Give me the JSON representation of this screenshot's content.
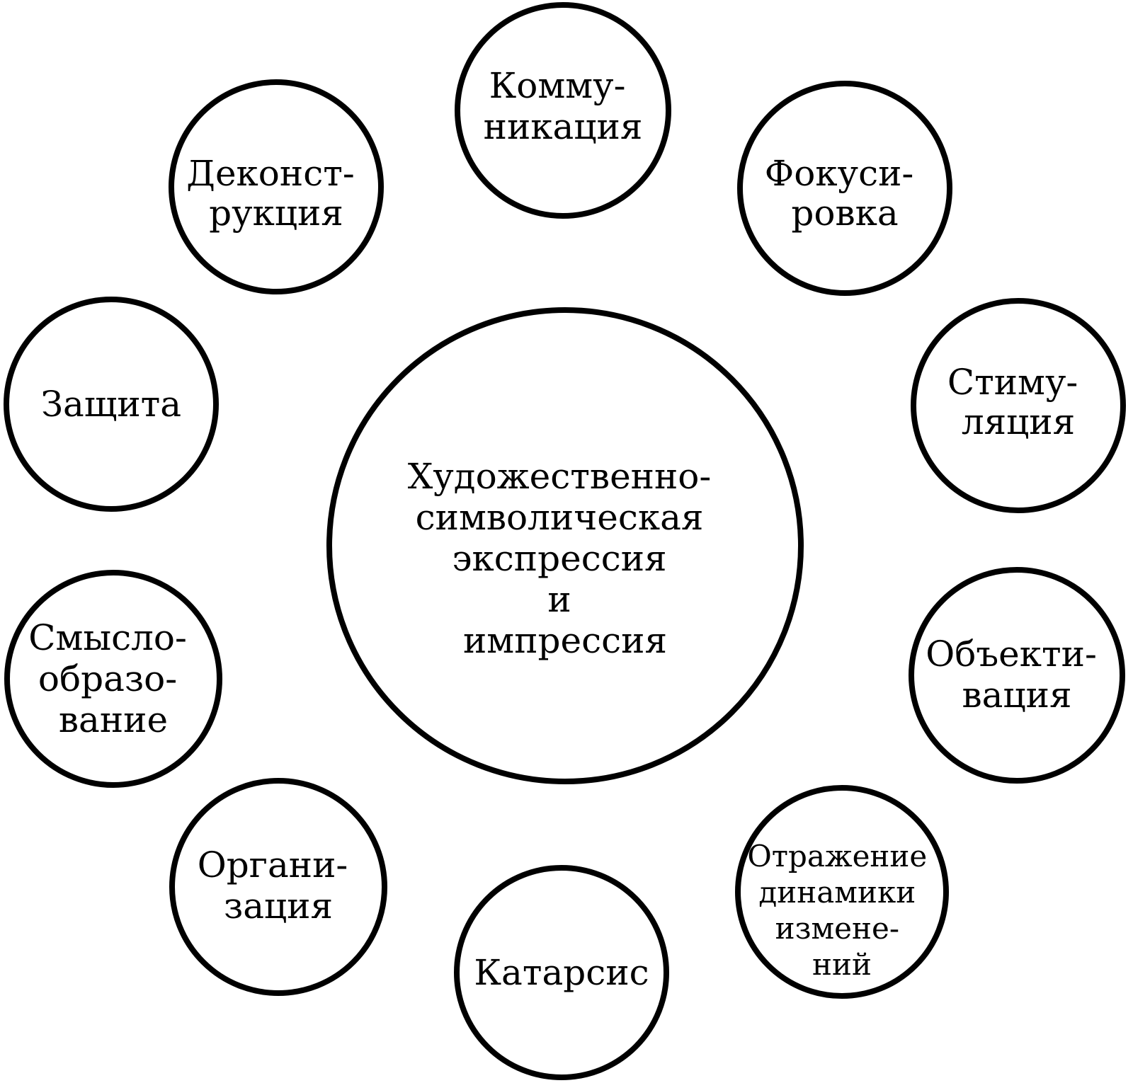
{
  "diagram": {
    "center": {
      "lines": [
        "Художественно-",
        "символическая",
        "экспрессия",
        "и",
        "импрессия"
      ]
    },
    "nodes": [
      {
        "id": "kommunikaciya",
        "lines": [
          "Комму-",
          "никация"
        ]
      },
      {
        "id": "fokusirovka",
        "lines": [
          "Фокуси-",
          "ровка"
        ]
      },
      {
        "id": "stimulyaciya",
        "lines": [
          "Стиму-",
          "ляция"
        ]
      },
      {
        "id": "obektivaciya",
        "lines": [
          "Объекти-",
          "вация"
        ]
      },
      {
        "id": "otrazhenie",
        "lines": [
          "Отражение",
          "динамики",
          "измене-",
          "ний"
        ]
      },
      {
        "id": "katarsis",
        "lines": [
          "Катарсис"
        ]
      },
      {
        "id": "organizaciya",
        "lines": [
          "Органи-",
          "зация"
        ]
      },
      {
        "id": "smysloobrazovanie",
        "lines": [
          "Смысло-",
          "образо-",
          "вание"
        ]
      },
      {
        "id": "zashchita",
        "lines": [
          "Защита"
        ]
      },
      {
        "id": "dekonstrukciya",
        "lines": [
          "Деконст-",
          "рукция"
        ]
      }
    ]
  }
}
